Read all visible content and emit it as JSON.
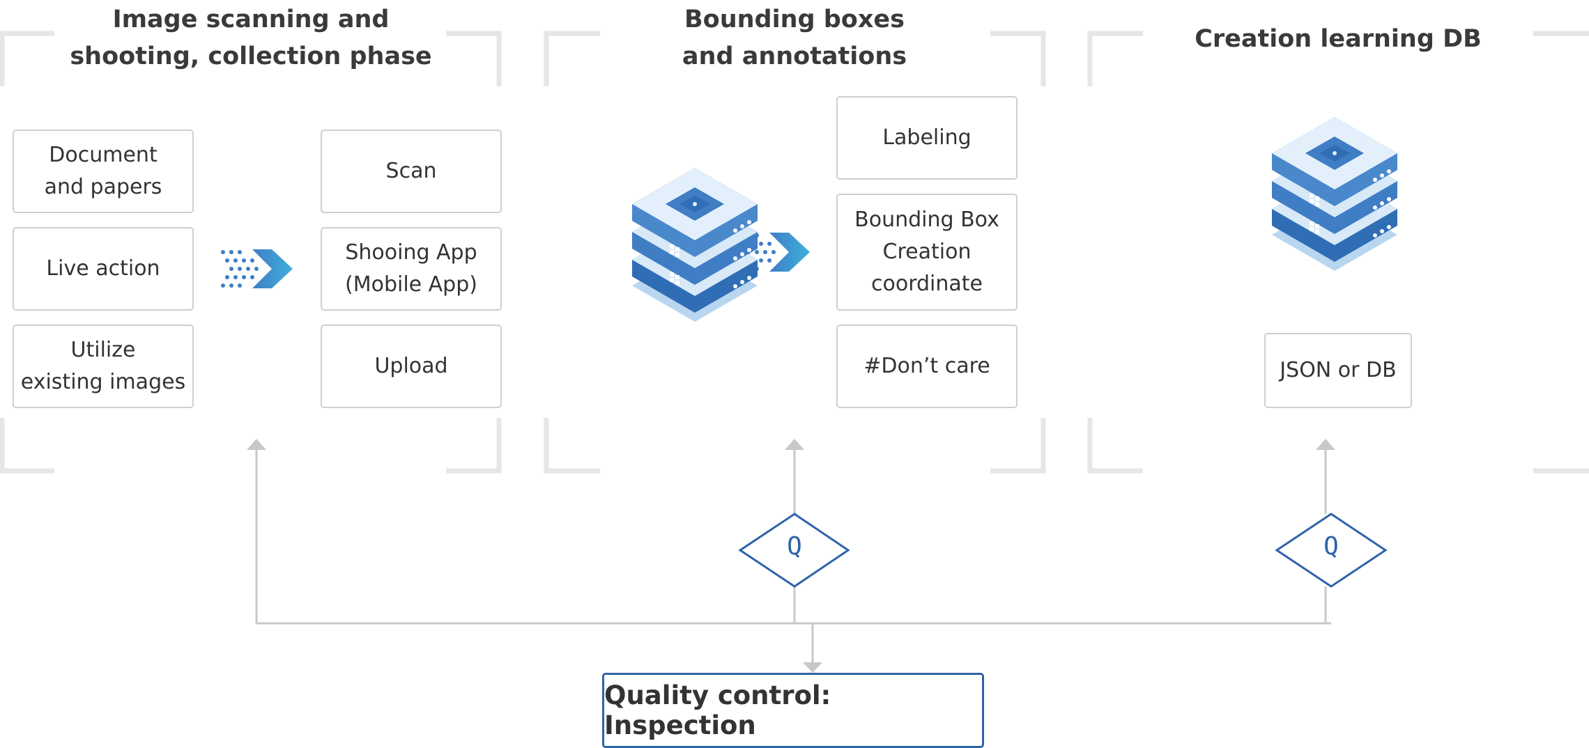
{
  "colors": {
    "bracket": "#e6e6e6",
    "box_border": "#cfcfcf",
    "connector": "#c8c8c8",
    "accent_blue": "#2e63a8",
    "server_blue": "#3f7dc4",
    "arrow_cyan": "#3fb0dc"
  },
  "phases": [
    {
      "title_lines": [
        "Image scanning and",
        "shooting, collection phase"
      ],
      "sources": [
        {
          "lines": [
            "Document",
            "and papers"
          ]
        },
        {
          "lines": [
            "Live action"
          ]
        },
        {
          "lines": [
            "Utilize",
            "existing images"
          ]
        }
      ],
      "methods": [
        {
          "lines": [
            "Scan"
          ]
        },
        {
          "lines": [
            "Shooing App",
            "(Mobile App)"
          ]
        },
        {
          "lines": [
            "Upload"
          ]
        }
      ]
    },
    {
      "title_lines": [
        "Bounding boxes",
        "and annotations"
      ],
      "icon": "server-stack-icon",
      "tasks": [
        {
          "lines": [
            "Labeling"
          ]
        },
        {
          "lines": [
            "Bounding Box",
            "Creation",
            "coordinate"
          ]
        },
        {
          "lines": [
            "#Don’t care"
          ]
        }
      ]
    },
    {
      "title_lines": [
        "Creation learning DB"
      ],
      "icon": "server-stack-icon",
      "output": {
        "lines": [
          "JSON or DB"
        ]
      }
    }
  ],
  "checkpoints": [
    {
      "label": "Q"
    },
    {
      "label": "Q"
    }
  ],
  "quality_control": {
    "label": "Quality control: Inspection"
  }
}
